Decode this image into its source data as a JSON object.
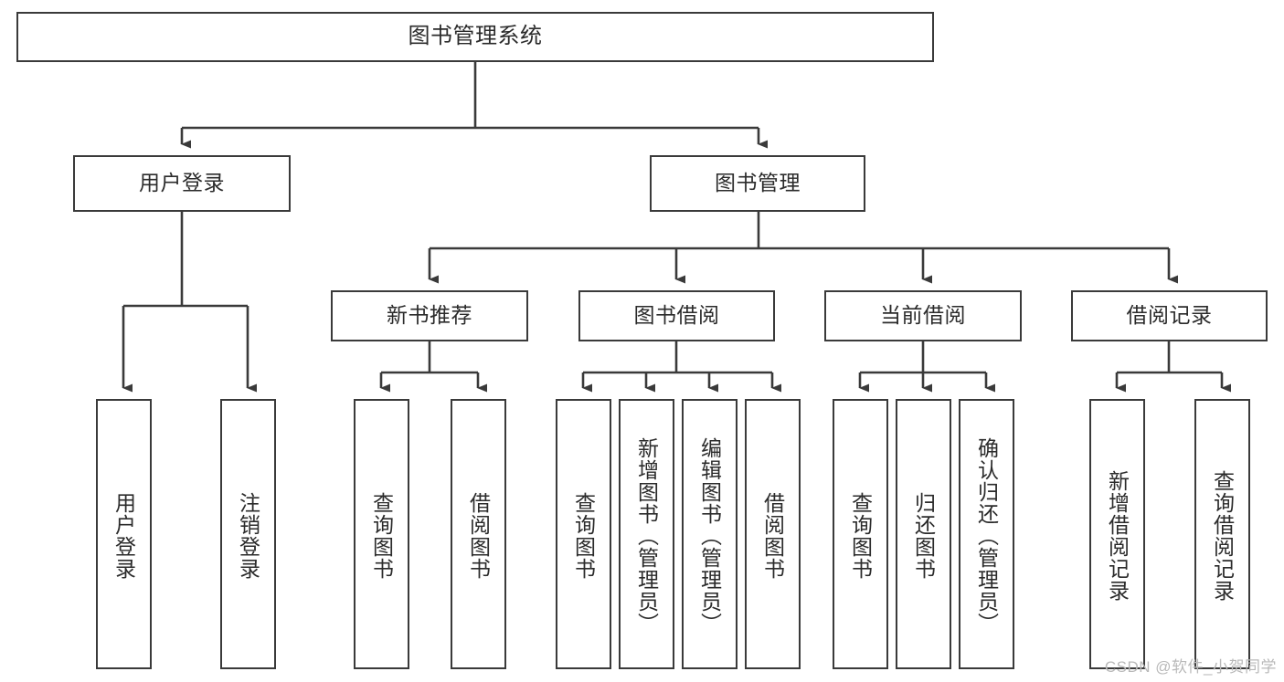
{
  "diagram": {
    "type": "tree",
    "title": "图书管理系统",
    "style": {
      "box_border_color": "#3a3a3a",
      "box_fill_color": "#ffffff",
      "edge_color": "#3a3a3a",
      "text_color": "#2b2b2b",
      "background": "#ffffff"
    },
    "nodes": {
      "root": {
        "label": "图书管理系统"
      },
      "level2": [
        {
          "id": "user-login",
          "label": "用户登录"
        },
        {
          "id": "book-manage",
          "label": "图书管理"
        }
      ],
      "level3": [
        {
          "id": "new-book-recommend",
          "label": "新书推荐",
          "parent": "book-manage"
        },
        {
          "id": "book-borrow",
          "label": "图书借阅",
          "parent": "book-manage"
        },
        {
          "id": "current-borrow",
          "label": "当前借阅",
          "parent": "book-manage"
        },
        {
          "id": "borrow-record",
          "label": "借阅记录",
          "parent": "book-manage"
        }
      ],
      "leaves": [
        {
          "id": "leaf-user-login",
          "label": "用户登录",
          "parent": "user-login"
        },
        {
          "id": "leaf-logout-login",
          "label": "注销登录",
          "parent": "user-login"
        },
        {
          "id": "leaf-query-book-1",
          "label": "查询图书",
          "parent": "new-book-recommend"
        },
        {
          "id": "leaf-borrow-book-1",
          "label": "借阅图书",
          "parent": "new-book-recommend"
        },
        {
          "id": "leaf-query-book-2",
          "label": "查询图书",
          "parent": "book-borrow"
        },
        {
          "id": "leaf-add-book",
          "label": "新增图书（管理员）",
          "parent": "book-borrow"
        },
        {
          "id": "leaf-edit-book",
          "label": "编辑图书（管理员）",
          "parent": "book-borrow"
        },
        {
          "id": "leaf-borrow-book-2",
          "label": "借阅图书",
          "parent": "book-borrow"
        },
        {
          "id": "leaf-query-book-3",
          "label": "查询图书",
          "parent": "current-borrow"
        },
        {
          "id": "leaf-return-book",
          "label": "归还图书",
          "parent": "current-borrow"
        },
        {
          "id": "leaf-confirm-return",
          "label": "确认归还（管理员）",
          "parent": "current-borrow"
        },
        {
          "id": "leaf-add-record",
          "label": "新增借阅记录",
          "parent": "borrow-record"
        },
        {
          "id": "leaf-query-record",
          "label": "查询借阅记录",
          "parent": "borrow-record"
        }
      ]
    }
  },
  "watermark": {
    "text": "CSDN @软件_小贺同学"
  }
}
